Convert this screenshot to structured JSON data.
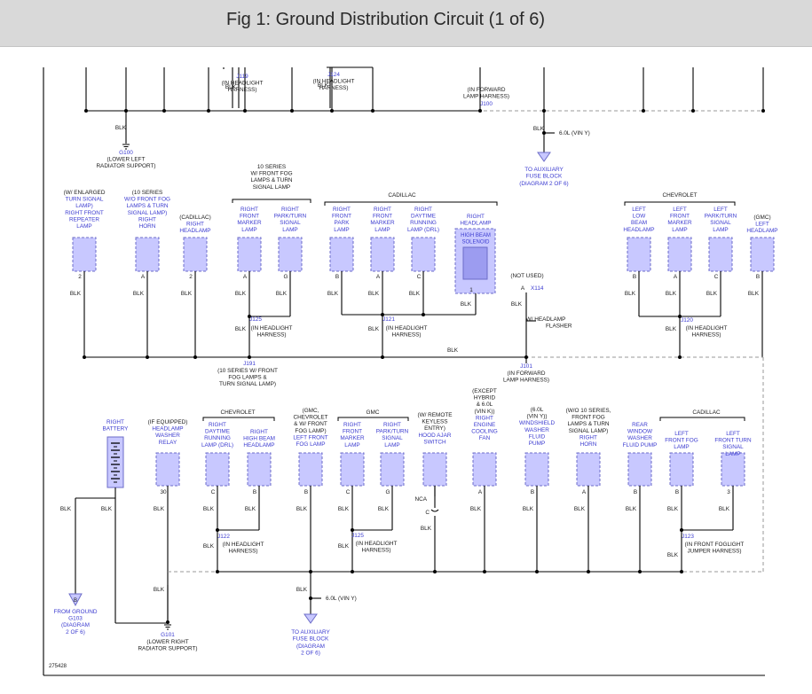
{
  "header": {
    "title": "Fig 1: Ground Distribution Circuit (1 of 6)"
  },
  "diagram_id": "275428",
  "colors": {
    "component_fill": "#c8c8ff",
    "component_stroke": "#6d6dc8",
    "label_blue": "#3b3bd0",
    "wire": "#000000",
    "shield": "#9a9a9a"
  },
  "top": {
    "blk": "BLK",
    "j119": [
      "J119",
      "(IN HEADLIGHT",
      "HARNESS)"
    ],
    "j124": [
      "J124",
      "(IN HEADLIGHT",
      "HARNESS)"
    ],
    "fwd_lamp": [
      "(IN FORWARD",
      "LAMP HARNESS)",
      "J100"
    ],
    "g100": [
      "G100",
      "(LOWER LEFT",
      "RADIATOR SUPPORT)"
    ],
    "vin_y": "6.0L (VIN Y)",
    "aux_fuse": [
      "TO AUXILIARY",
      "FUSE BLOCK",
      "(DIAGRAM 2 OF 6)"
    ]
  },
  "row1": {
    "front_turn": [
      "(W/ ENLARGED",
      "TURN SIGNAL",
      "LAMP)",
      "RIGHT FRONT",
      "REPEATER",
      "LAMP"
    ],
    "horn": [
      "(10 SERIES",
      "W/O FRONT FOG",
      "LAMPS & TURN",
      "SIGNAL LAMP)",
      "RIGHT",
      "HORN"
    ],
    "cad_head": [
      "(CADILLAC)",
      "RIGHT",
      "HEADLAMP"
    ],
    "ten_series": [
      "10 SERIES",
      "W/ FRONT FOG",
      "LAMPS & TURN",
      "SIGNAL LAMP"
    ],
    "rf_marker": [
      "RIGHT",
      "FRONT",
      "MARKER",
      "LAMP"
    ],
    "park_turn": [
      "RIGHT",
      "PARK/TURN",
      "SIGNAL",
      "LAMP"
    ],
    "cadillac": "CADILLAC",
    "rf_park": [
      "RIGHT",
      "FRONT",
      "PARK",
      "LAMP"
    ],
    "rf_marker2": [
      "RIGHT",
      "FRONT",
      "MARKER",
      "LAMP"
    ],
    "drl": [
      "RIGHT",
      "DAYTIME",
      "RUNNING",
      "LAMP (DRL)"
    ],
    "hl_relay": [
      "RIGHT",
      "HEADLAMP",
      "HIGH BEAM",
      "SOLENOID"
    ],
    "chevrolet": "CHEVROLET",
    "left_low": [
      "LEFT",
      "LOW",
      "BEAM",
      "HEADLAMP"
    ],
    "lf_marker": [
      "LEFT",
      "FRONT",
      "MARKER",
      "LAMP"
    ],
    "lf_park": [
      "LEFT",
      "PARK/TURN",
      "SIGNAL",
      "LAMP"
    ],
    "gmc_left": [
      "(GMC)",
      "LEFT",
      "HEADLAMP"
    ],
    "pins": [
      "2",
      "A",
      "2",
      "A",
      "G",
      "B",
      "A",
      "C",
      "1",
      "B",
      "A",
      "C",
      "B"
    ],
    "not_used": "(NOT USED)",
    "x114": "X114",
    "pin_a": "A",
    "flasher": [
      "W/ HEADLAMP",
      "FLASHER"
    ],
    "j125": [
      "J125",
      "(IN HEADLIGHT",
      "HARNESS)"
    ],
    "j121": [
      "J121",
      "(IN HEADLIGHT",
      "HARNESS)"
    ],
    "j120": [
      "J120",
      "(IN HEADLIGHT",
      "HARNESS)"
    ],
    "j191": [
      "J191",
      "(10 SERIES W/ FRONT",
      "FOG LAMPS &",
      "TURN SIGNAL LAMP)"
    ],
    "j101": [
      "J101",
      "(IN FORWARD",
      "LAMP HARNESS)"
    ]
  },
  "row2": {
    "battery": [
      "RIGHT",
      "BATTERY"
    ],
    "washer_relay": [
      "(IF EQUIPPED)",
      "HEADLAMP",
      "WASHER",
      "RELAY"
    ],
    "chevrolet": "CHEVROLET",
    "drl": [
      "RIGHT",
      "DAYTIME",
      "RUNNING",
      "LAMP (DRL)"
    ],
    "hb_head": [
      "RIGHT",
      "HIGH BEAM",
      "HEADLAMP"
    ],
    "fog": [
      "(GMC,",
      "CHEVROLET",
      "& W/ FRONT",
      "FOG LAMP)",
      "LEFT FRONT",
      "FOG LAMP"
    ],
    "gmc": "GMC",
    "rf_marker": [
      "RIGHT",
      "FRONT",
      "MARKER",
      "LAMP"
    ],
    "park_turn": [
      "RIGHT",
      "PARK/TURN",
      "SIGNAL",
      "LAMP"
    ],
    "hood": [
      "(W/ REMOTE",
      "KEYLESS",
      "ENTRY)",
      "HOOD AJAR",
      "SWITCH"
    ],
    "fan": [
      "(EXCEPT",
      "HYBRID",
      "& 6.0L",
      "(VIN K))",
      "RIGHT",
      "ENGINE",
      "COOLING",
      "FAN"
    ],
    "washer_pump": [
      "(6.0L",
      "(VIN Y))",
      "WINDSHIELD",
      "WASHER",
      "FLUID",
      "PUMP"
    ],
    "horn": [
      "(W/O 10 SERIES,",
      "FRONT FOG",
      "LAMPS & TURN",
      "SIGNAL LAMP)",
      "RIGHT",
      "HORN"
    ],
    "rear_pump": [
      "REAR",
      "WINDOW",
      "WASHER",
      "FLUID PUMP"
    ],
    "cadillac": "CADILLAC",
    "lf_fog": [
      "LEFT",
      "FRONT FOG",
      "LAMP"
    ],
    "lf_turn": [
      "LEFT",
      "FRONT TURN",
      "SIGNAL",
      "LAMP"
    ],
    "pins": [
      "30",
      "C",
      "B",
      "B",
      "C",
      "G",
      "A",
      "B",
      "A",
      "B",
      "B",
      "3"
    ],
    "nca": "NCA",
    "c_pin": "C",
    "j122": [
      "J122",
      "(IN HEADLIGHT",
      "HARNESS)"
    ],
    "j125": [
      "J125",
      "(IN HEADLIGHT",
      "HARNESS)"
    ],
    "j123": [
      "J123",
      "(IN FRONT FOGLIGHT",
      "JUMPER HARNESS)"
    ],
    "from_ground": [
      "FROM GROUND",
      "G103",
      "(DIAGRAM",
      "2 OF 6)"
    ],
    "g101": [
      "G101",
      "(LOWER RIGHT",
      "RADIATOR SUPPORT)"
    ],
    "vin_y": "6.0L (VIN Y)",
    "aux_fuse": [
      "TO AUXILIARY",
      "FUSE BLOCK",
      "(DIAGRAM",
      "2 OF 6)"
    ],
    "blk": "BLK",
    "b_ref": "B",
    "c_ref": "C"
  }
}
